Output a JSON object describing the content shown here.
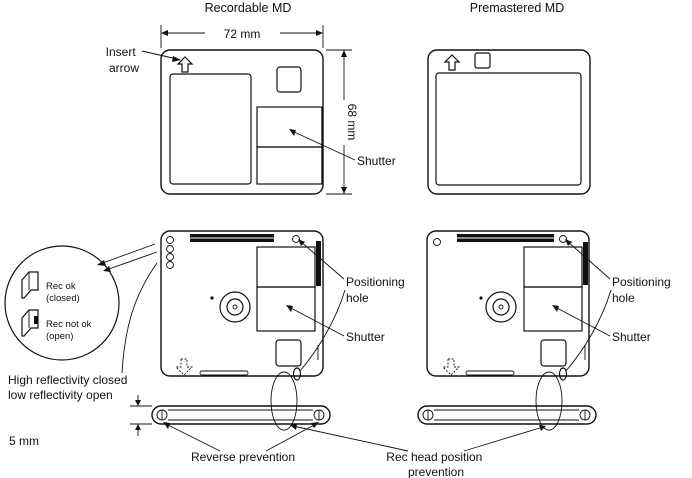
{
  "titles": {
    "recordable": "Recordable MD",
    "premastered": "Premastered MD"
  },
  "dimensions": {
    "width": "72 mm",
    "height": "68 mm",
    "thickness": "5 mm"
  },
  "labels": {
    "insert_arrow_line1": "Insert",
    "insert_arrow_line2": "arrow",
    "shutter": "Shutter",
    "positioning_hole_line1": "Positioning",
    "positioning_hole_line2": "hole",
    "rec_ok_line1": "Rec ok",
    "rec_ok_line2": "(closed)",
    "rec_not_ok_line1": "Rec not ok",
    "rec_not_ok_line2": "(open)",
    "reflectivity_line1": "High reflectivity closed",
    "reflectivity_line2": "low reflectivity open",
    "reverse_prevention": "Reverse prevention",
    "rec_head_line1": "Rec head position",
    "rec_head_line2": "prevention"
  },
  "icons": [
    "insert-arrow-icon",
    "down-arrow-icon"
  ]
}
